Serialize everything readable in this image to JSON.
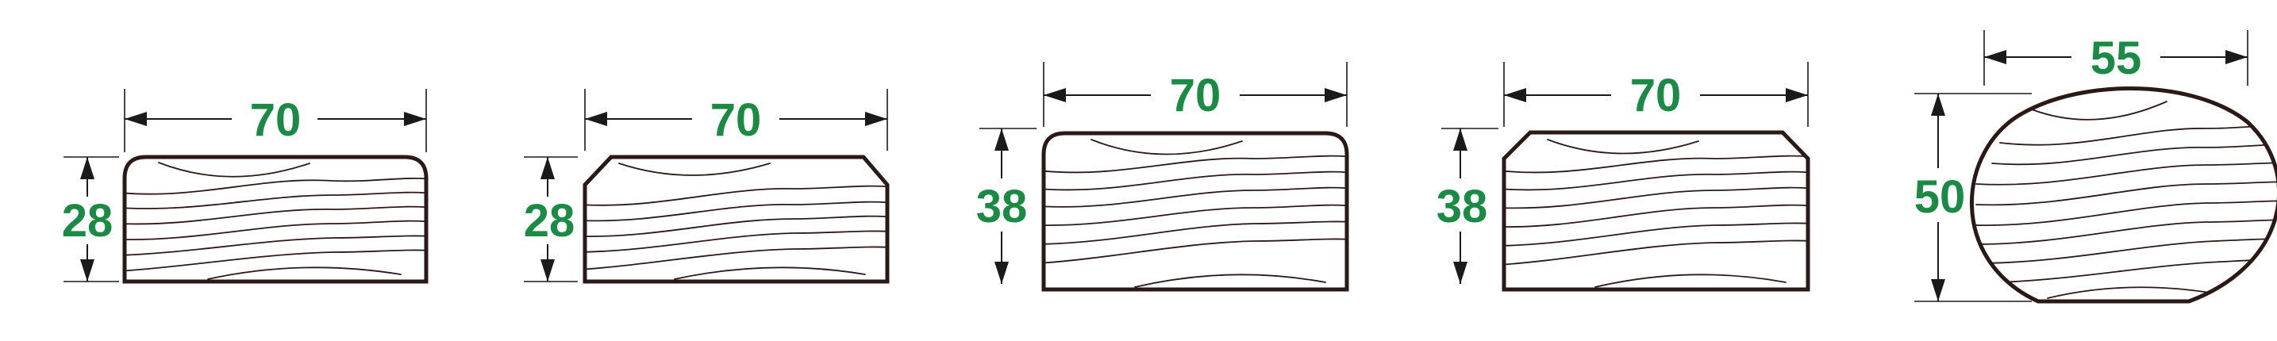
{
  "colors": {
    "outline": "#2a1a17",
    "dimension_text": "#1a8a45",
    "dimension_line": "#1a1a1a",
    "background": "#ffffff"
  },
  "profiles": [
    {
      "id": "profile-1",
      "shape": "rounded-top-corners",
      "width_label": "70",
      "height_label": "28"
    },
    {
      "id": "profile-2",
      "shape": "chamfered-top-corners",
      "width_label": "70",
      "height_label": "28"
    },
    {
      "id": "profile-3",
      "shape": "rounded-top-corners",
      "width_label": "70",
      "height_label": "38"
    },
    {
      "id": "profile-4",
      "shape": "chamfered-top-corners",
      "width_label": "70",
      "height_label": "38"
    },
    {
      "id": "profile-5",
      "shape": "oval-flat-bottom",
      "width_label": "55",
      "height_label": "50"
    }
  ]
}
